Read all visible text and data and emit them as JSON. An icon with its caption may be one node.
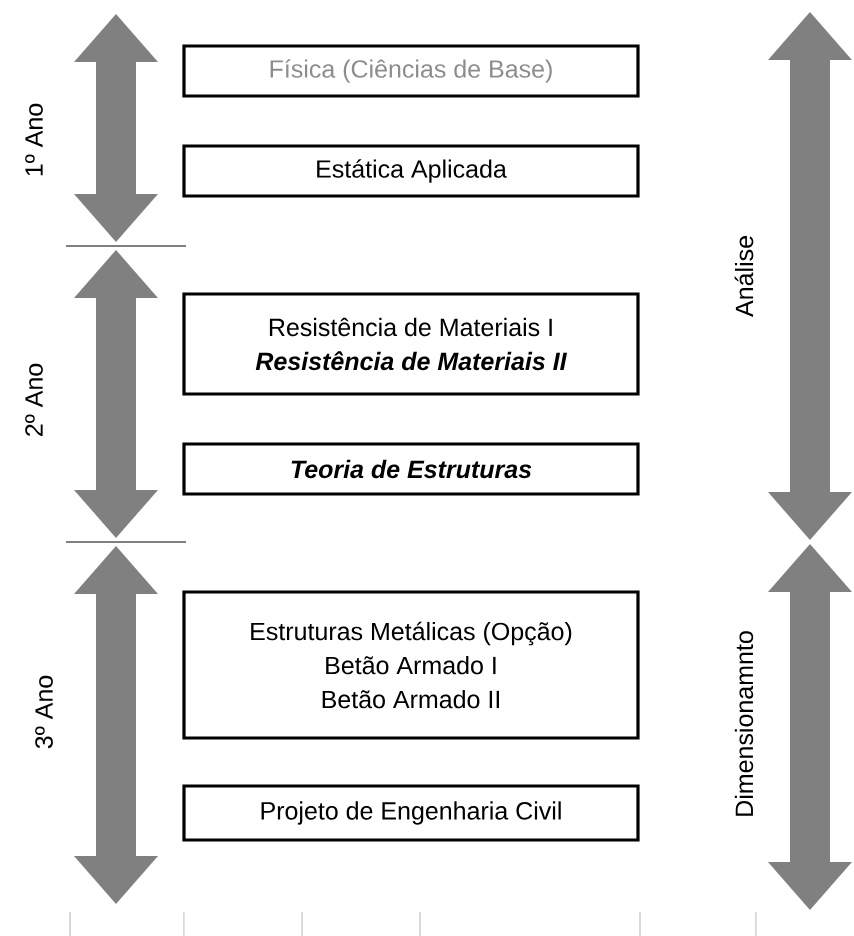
{
  "diagram": {
    "nodes": [
      {
        "text": [
          "Física (Ciências de Base)"
        ]
      },
      {
        "text": [
          "Estática Aplicada"
        ]
      },
      {
        "text": [
          "Resistência de Materiais I",
          "Resistência de Materiais II"
        ]
      },
      {
        "text": [
          "Teoria de Estruturas"
        ]
      },
      {
        "text": [
          "Estruturas Metálicas (Opção)",
          "Betão Armado I",
          "Betão Armado II"
        ]
      },
      {
        "text": [
          "Projeto de Engenharia Civil"
        ]
      }
    ],
    "edges": [],
    "labels": [
      "1º Ano",
      "2º Ano",
      "3º Ano",
      "Análise",
      "Dimensionamnto"
    ]
  }
}
